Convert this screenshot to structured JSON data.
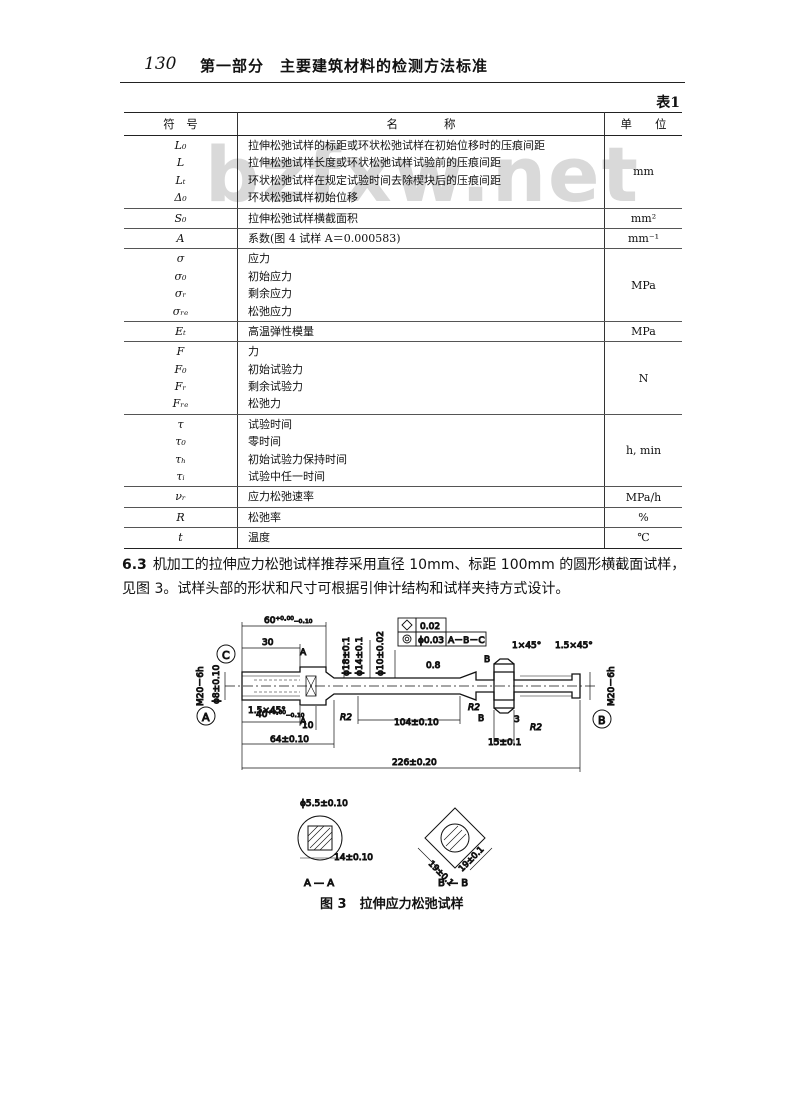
{
  "header": {
    "page_number": "130",
    "running_title": "第一部分　主要建筑材料的检测方法标准"
  },
  "watermark": "bzfxw.net",
  "table": {
    "caption": "表1",
    "headers": [
      "符　号",
      "名　　　　称",
      "单　　位"
    ],
    "groups": [
      {
        "symbols": [
          "L₀",
          "L",
          "Lₜ",
          "Δ₀"
        ],
        "names": [
          "拉伸松弛试样的标距或环状松弛试样在初始位移时的压痕间距",
          "拉伸松弛试样长度或环状松弛试样试验前的压痕间距",
          "环状松弛试样在规定试验时间去除楔块后的压痕间距",
          "环状松弛试样初始位移"
        ],
        "unit": "mm"
      },
      {
        "symbols": [
          "S₀"
        ],
        "names": [
          "拉伸松弛试样横截面积"
        ],
        "unit": "mm²"
      },
      {
        "symbols": [
          "A"
        ],
        "names": [
          "系数(图 4 试样 A＝0.000583)"
        ],
        "unit": "mm⁻¹"
      },
      {
        "symbols": [
          "σ",
          "σ₀",
          "σᵣ",
          "σᵣₑ"
        ],
        "names": [
          "应力",
          "初始应力",
          "剩余应力",
          "松弛应力"
        ],
        "unit": "MPa"
      },
      {
        "symbols": [
          "Eₜ"
        ],
        "names": [
          "高温弹性模量"
        ],
        "unit": "MPa"
      },
      {
        "symbols": [
          "F",
          "F₀",
          "Fᵣ",
          "Fᵣₑ"
        ],
        "names": [
          "力",
          "初始试验力",
          "剩余试验力",
          "松弛力"
        ],
        "unit": "N"
      },
      {
        "symbols": [
          "τ",
          "τ₀",
          "τₕ",
          "τᵢ"
        ],
        "names": [
          "试验时间",
          "零时间",
          "初始试验力保持时间",
          "试验中任一时间"
        ],
        "unit": "h, min"
      },
      {
        "symbols": [
          "νᵣ"
        ],
        "names": [
          "应力松弛速率"
        ],
        "unit": "MPa/h"
      },
      {
        "symbols": [
          "R"
        ],
        "names": [
          "松弛率"
        ],
        "unit": "%"
      },
      {
        "symbols": [
          "t"
        ],
        "names": [
          "温度"
        ],
        "unit": "℃"
      }
    ]
  },
  "section": {
    "number": "6.3",
    "text": "机加工的拉伸应力松弛试样推荐采用直径 10mm、标距 100mm 的圆形横截面试样，见图 3。试样头部的形状和尺寸可根据引伸计结构和试样夹持方式设计。"
  },
  "figure": {
    "caption": "图 3　拉伸应力松弛试样",
    "labels": {
      "dim_60": "60⁺⁰·⁰⁰₋₀.₁₀",
      "dim_30": "30",
      "dim_40": "40⁺⁰·⁰⁰₋₀.₁₀",
      "dim_10": "10",
      "dim_64": "64±0.10",
      "dim_104": "104±0.10",
      "dim_226": "226±0.20",
      "dim_15": "15±0.1",
      "dim_3": "3",
      "d18": "ϕ18±0.1",
      "d14": "ϕ14±0.1",
      "d10": "ϕ10±0.02",
      "d8": "ϕ8±0.10",
      "thread_left": "M20－6h",
      "thread_right": "M20－6h",
      "chamfer_left": "1.5×45°",
      "chamfer_mid": "1×45°",
      "chamfer_right": "1.5×45°",
      "r2a": "R2",
      "r2b": "R2",
      "r2c": "R2",
      "rough": "0.8",
      "tol_flat": "0.02",
      "tol_runout": "ϕ0.03",
      "tol_datum": "A－B－C",
      "datum_a": "A",
      "datum_b": "B",
      "datum_c": "C",
      "sec_a": "A",
      "sec_b": "B",
      "sec_aa_dia": "ϕ5.5±0.10",
      "sec_aa_w": "14±0.10",
      "sec_aa_title": "A — A",
      "sec_bb_w1": "19±0.1",
      "sec_bb_w2": "19±0.1",
      "sec_bb_title": "B — B"
    }
  }
}
